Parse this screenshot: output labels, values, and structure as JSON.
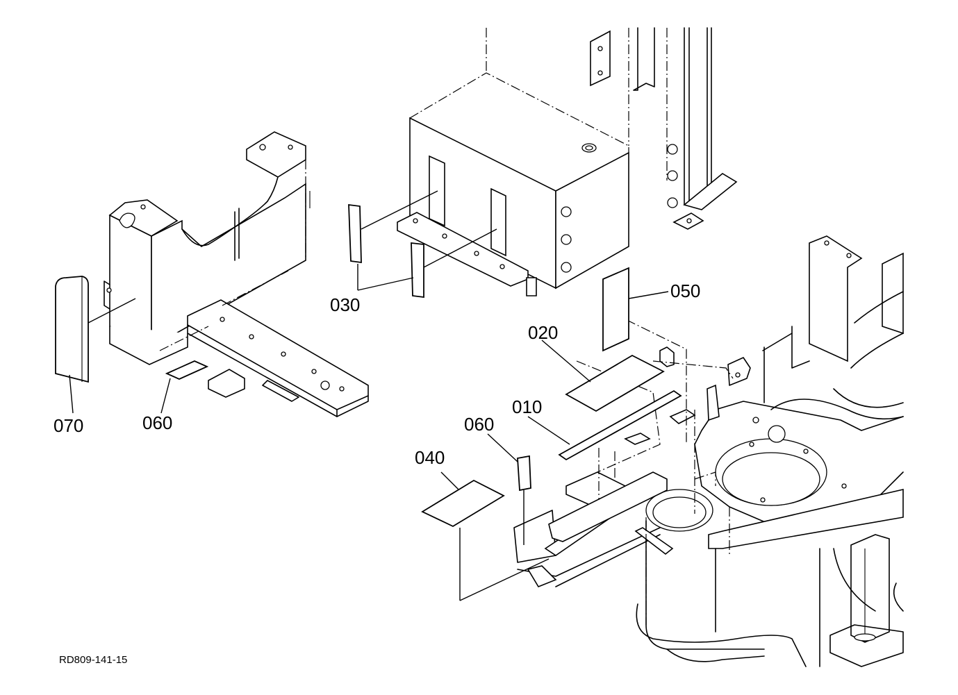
{
  "diagram": {
    "callouts": {
      "c010": "010",
      "c020": "020",
      "c030": "030",
      "c040": "040",
      "c050": "050",
      "c060_left": "060",
      "c060_right": "060",
      "c070": "070"
    },
    "drawing_ref": "RD809-141-15"
  }
}
